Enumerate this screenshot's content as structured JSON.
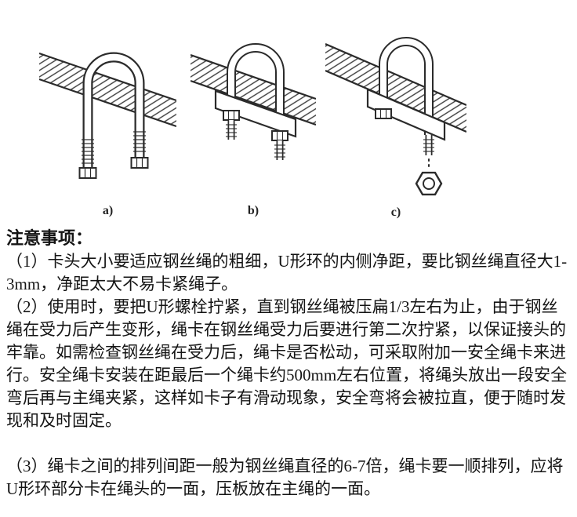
{
  "figures": {
    "items": [
      {
        "label": "a)"
      },
      {
        "label": "b)"
      },
      {
        "label": "c)"
      }
    ]
  },
  "notes": {
    "heading": "注意事项：",
    "paragraphs": [
      "（1）卡头大小要适应钢丝绳的粗细，U形环的内侧净距，要比钢丝绳直径大1-3mm，净距太大不易卡紧绳子。",
      "（2）使用时，要把U形螺栓拧紧，直到钢丝绳被压扁1/3左右为止，由于钢丝绳在受力后产生变形，绳卡在钢丝绳受力后要进行第二次拧紧，以保证接头的牢靠。如需检查钢丝绳在受力后，绳卡是否松动，可采取附加一安全绳卡来进行。安全绳卡安装在距最后一个绳卡约500mm左右位置，将绳头放出一段安全弯后再与主绳夹紧，这样如卡子有滑动现象，安全弯将会被拉直，便于随时发现和及时固定。",
      "（3）绳卡之间的排列间距一般为钢丝绳直径的6-7倍，绳卡要一顺排列，应将U形环部分卡在绳头的一面，压板放在主绳的一面。"
    ]
  }
}
